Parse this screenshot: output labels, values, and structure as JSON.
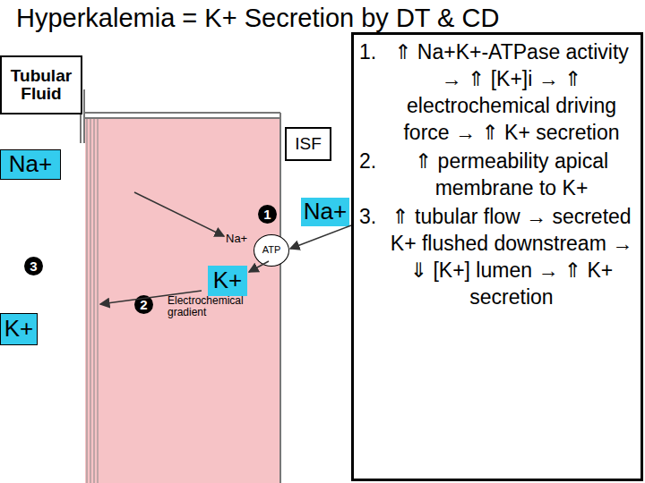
{
  "diagram": {
    "title": "Hyperkalemia = K+ Secretion by DT & CD",
    "nodes": [
      {
        "text": [
          "Tubular Fluid"
        ]
      },
      {
        "text": [
          "ISF"
        ]
      },
      {
        "text": [
          "Na+"
        ]
      },
      {
        "text": [
          "Electrochemical gradient"
        ]
      },
      {
        "text": [
          "Na+"
        ]
      },
      {
        "text": [
          "ATP"
        ]
      },
      {
        "text": [
          "K+"
        ],
        "in": 3
      },
      {
        "text": [
          "K+"
        ]
      },
      {
        "text": [
          "1.",
          "⇑ Na+K+-ATPase activity → ⇑ [K+]i → ⇑ electrochemical driving force → ⇑ K+ secretion",
          "2.",
          "⇑ permeability apical membrane to K+",
          "3.",
          "⇑ tubular flow → secreted K+ flushed downstream → ⇓ [K+] lumen → ⇑ K+ secretion"
        ]
      }
    ],
    "labels": [
      "1",
      "Na+",
      "3",
      "2"
    ]
  }
}
